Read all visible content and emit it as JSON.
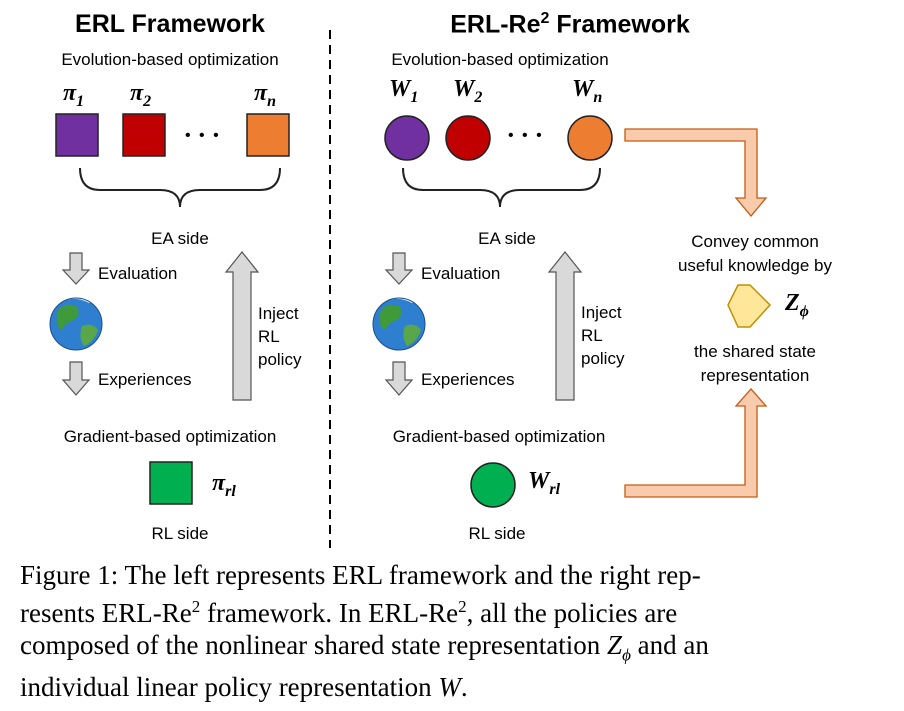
{
  "left": {
    "title": "ERL Framework",
    "evo_label": "Evolution-based optimization",
    "pi1": "π",
    "pi1_sub": "1",
    "pi2": "π",
    "pi2_sub": "2",
    "pin": "π",
    "pin_sub": "n",
    "dots": "• • •",
    "ea_side": "EA side",
    "evaluation": "Evaluation",
    "experiences": "Experiences",
    "inject": [
      "Inject",
      "RL",
      "policy"
    ],
    "grad_label": "Gradient-based optimization",
    "pirl": "π",
    "pirl_sub": "rl",
    "rl_side": "RL side"
  },
  "right": {
    "title_main": "ERL-Re",
    "title_sup": "2",
    "title_tail": " Framework",
    "evo_label": "Evolution-based optimization",
    "w1": "W",
    "w1_sub": "1",
    "w2": "W",
    "w2_sub": "2",
    "wn": "W",
    "wn_sub": "n",
    "dots": "• • •",
    "ea_side": "EA side",
    "evaluation": "Evaluation",
    "experiences": "Experiences",
    "inject": [
      "Inject",
      "RL",
      "policy"
    ],
    "grad_label": "Gradient-based optimization",
    "wrl": "W",
    "wrl_sub": "rl",
    "rl_side": "RL side",
    "convey": [
      "Convey common",
      "useful knowledge by"
    ],
    "zphi": "Z",
    "zphi_sub": "ϕ",
    "shared": [
      "the shared state",
      "representation"
    ]
  },
  "caption": {
    "c1": "Figure 1: The left represents ERL framework and the right rep-",
    "c2a": "resents ERL-Re",
    "c2sup1": "2",
    "c2b": " framework.  In ERL-Re",
    "c2sup2": "2",
    "c2c": ", all the policies are",
    "c3a": "composed of the nonlinear shared state representation ",
    "c3z": "Z",
    "c3zsub": "ϕ",
    "c3b": " and an",
    "c4a": "individual linear policy representation ",
    "c4w": "W",
    "c4b": "."
  },
  "colors": {
    "purple": "#7030a0",
    "red": "#c00000",
    "orange": "#ed7d31",
    "green": "#00b050",
    "hexagon": "#ffe699",
    "arrow_gray": "#d9d9d9",
    "arrow_peach": "#f8cbad"
  }
}
